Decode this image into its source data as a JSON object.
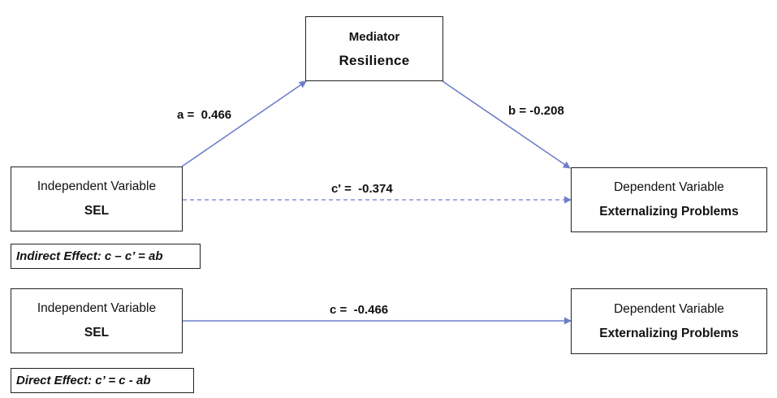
{
  "colors": {
    "arrow": "#6f7ec8",
    "box_border": "#222222",
    "text": "#111111"
  },
  "mediator": {
    "title": "Mediator",
    "name": "Resilience"
  },
  "mediation_model": {
    "independent": {
      "title": "Independent Variable",
      "name": "SEL"
    },
    "dependent": {
      "title": "Dependent Variable",
      "name": "Externalizing Problems"
    },
    "path_a": "a =  0.466",
    "path_b": "b = -0.208",
    "path_c_prime": "c' =  -0.374",
    "effect_note": "Indirect Effect: c – c’ = ab"
  },
  "total_model": {
    "independent": {
      "title": "Independent Variable",
      "name": "SEL"
    },
    "dependent": {
      "title": "Dependent Variable",
      "name": "Externalizing Problems"
    },
    "path_c": "c =  -0.466",
    "effect_note": "Direct Effect: c’ = c - ab"
  }
}
